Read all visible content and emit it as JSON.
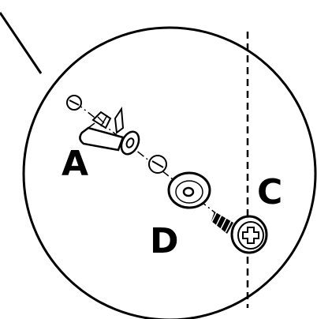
{
  "labels": {
    "a": "A",
    "b": "C",
    "d": "D"
  },
  "colors": {
    "ink": "#000000",
    "background": "#ffffff"
  },
  "icons": {
    "anchor": "wall-anchor-icon",
    "washer": "washer-icon",
    "screw": "phillips-screw-icon",
    "leader": "leader-line"
  }
}
